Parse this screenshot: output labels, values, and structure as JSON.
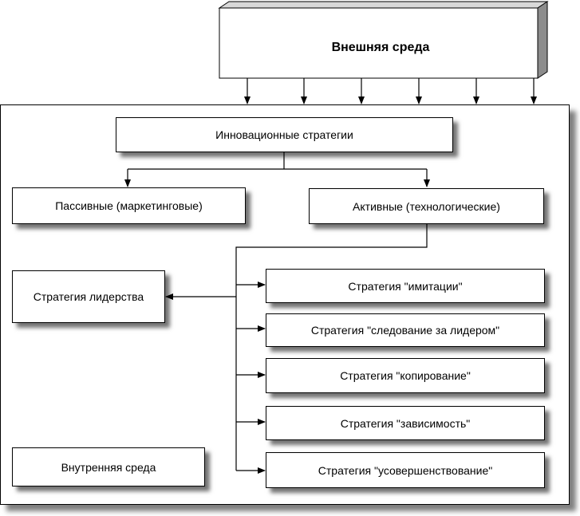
{
  "external": {
    "label": "Внешняя среда"
  },
  "internal": {
    "label": "Внутренняя среда"
  },
  "innovation": {
    "label": "Инновационные стратегии"
  },
  "passive": {
    "label": "Пассивные (маркетинговые)"
  },
  "active": {
    "label": "Активные (технологические)"
  },
  "leadership": {
    "label": "Стратегия лидерства"
  },
  "strategies": [
    {
      "label": "Стратегия \"имитации\""
    },
    {
      "label": "Стратегия \"следование за лидером\""
    },
    {
      "label": "Стратегия \"копирование\""
    },
    {
      "label": "Стратегия \"зависимость\""
    },
    {
      "label": "Стратегия \"усовершенствование\""
    }
  ],
  "colors": {
    "external_face": "#ffffff",
    "external_top": "#d9d9d9",
    "external_side": "#8c8c8c",
    "line": "#000000"
  }
}
